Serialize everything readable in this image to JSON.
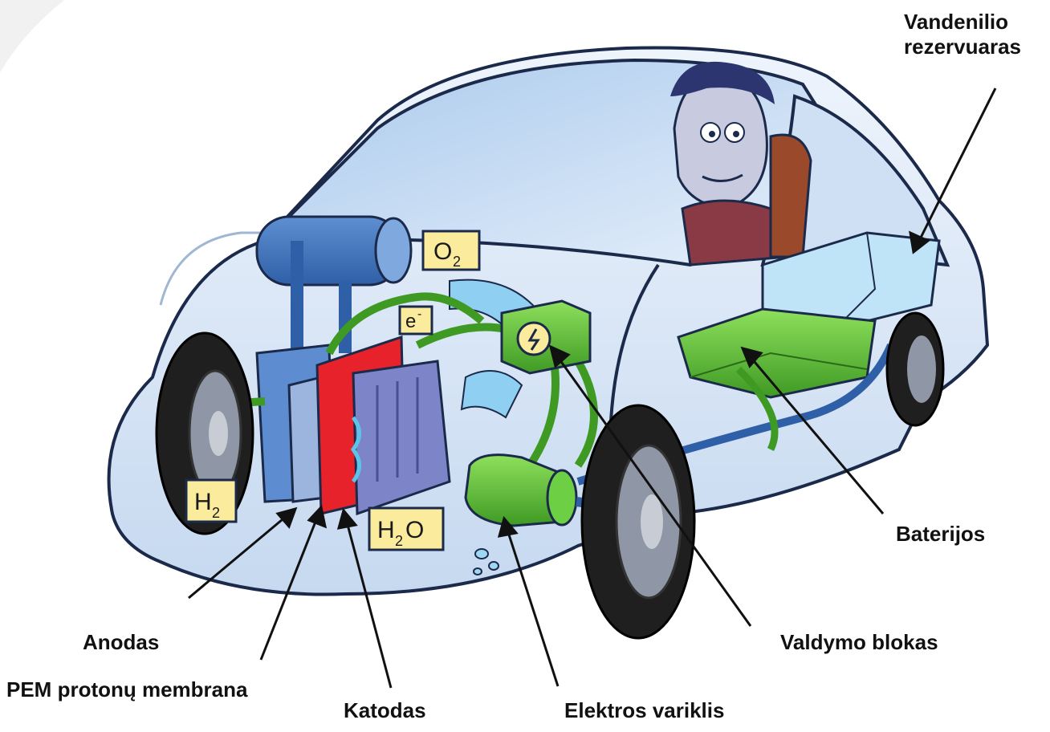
{
  "labels": {
    "hydrogen_tank_line1": "Vandenilio",
    "hydrogen_tank_line2": "rezervuaras",
    "batteries": "Baterijos",
    "control_unit": "Valdymo blokas",
    "anode": "Anodas",
    "pem_membrane": "PEM protonų membrana",
    "cathode": "Katodas",
    "electric_motor": "Elektros variklis"
  },
  "chem_tags": {
    "oxygen": "O",
    "oxygen_sub": "2",
    "hydrogen": "H",
    "hydrogen_sub": "2",
    "water_h": "H",
    "water_sub": "2",
    "water_o": "O",
    "electron": "e",
    "electron_sup": "-"
  },
  "colors": {
    "car_body": "#dbe8f7",
    "car_outline": "#1b2a4a",
    "tires": "#1f1f1f",
    "green_parts": "#5fbf3a",
    "membrane": "#e8222a",
    "tag_fill": "#fbec9d",
    "air_flow": "#7fc6ef"
  }
}
